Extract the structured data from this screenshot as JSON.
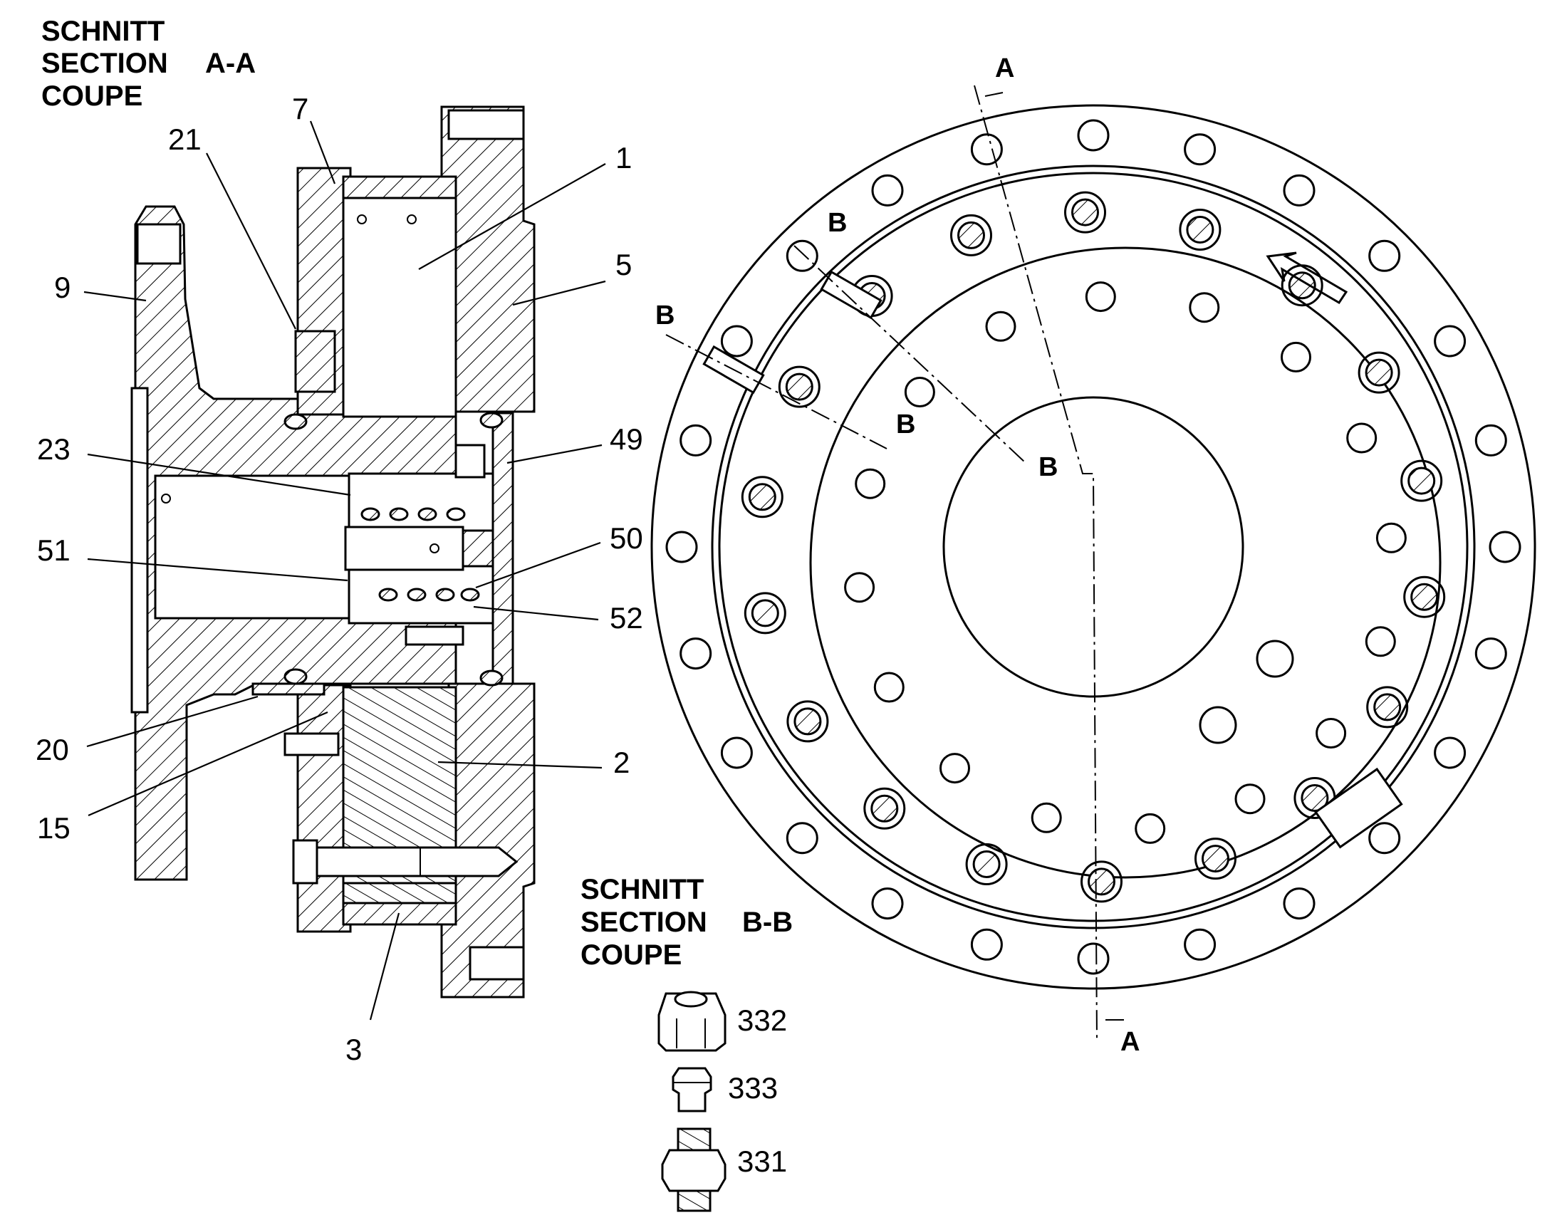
{
  "section_aa": {
    "title_lines": [
      "SCHNITT",
      "SECTION",
      "COUPE"
    ],
    "section_id": "A-A"
  },
  "section_bb": {
    "title_lines": [
      "SCHNITT",
      "SECTION",
      "COUPE"
    ],
    "section_id": "B-B"
  },
  "part_labels": {
    "p1": "1",
    "p2": "2",
    "p3": "3",
    "p5": "5",
    "p7": "7",
    "p9": "9",
    "p15": "15",
    "p20": "20",
    "p21": "21",
    "p23": "23",
    "p49": "49",
    "p50": "50",
    "p51": "51",
    "p52": "52",
    "p331": "331",
    "p332": "332",
    "p333": "333"
  },
  "cut_markers": {
    "a_top": "A",
    "a_bottom": "A",
    "b_1": "B",
    "b_2": "B",
    "b_3": "B",
    "b_4": "B"
  }
}
